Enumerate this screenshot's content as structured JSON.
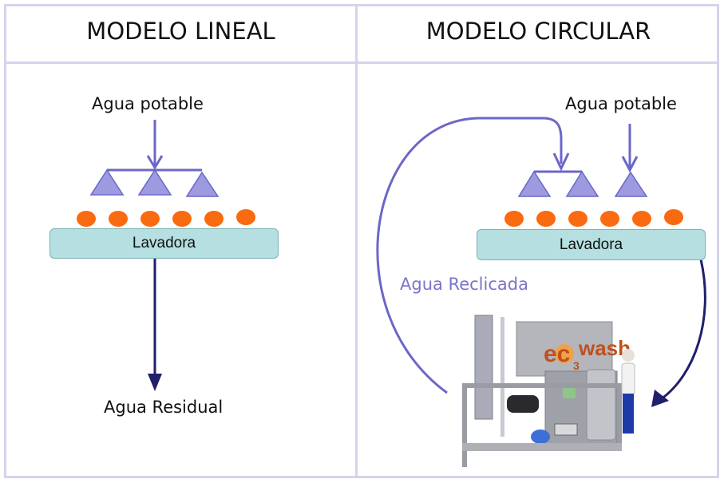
{
  "linear": {
    "title": "MODELO LINEAL",
    "input_label": "Agua potable",
    "washer_label": "Lavadora",
    "output_label": "Agua Residual"
  },
  "circular": {
    "title": "MODELO CIRCULAR",
    "input_label": "Agua potable",
    "washer_label": "Lavadora",
    "recycle_label": "Agua Reclicada",
    "machine_brand": "ec",
    "machine_sub": "3",
    "machine_brand_tail": "wash"
  },
  "colors": {
    "border": "#d4d4ec",
    "flow": "#6b67c8",
    "nozzle": "#9e9ae0",
    "product": "#fa6a10",
    "washer": "#b5dfe0",
    "drain": "#1f1f6b",
    "recycle_text": "#7a75c8"
  }
}
